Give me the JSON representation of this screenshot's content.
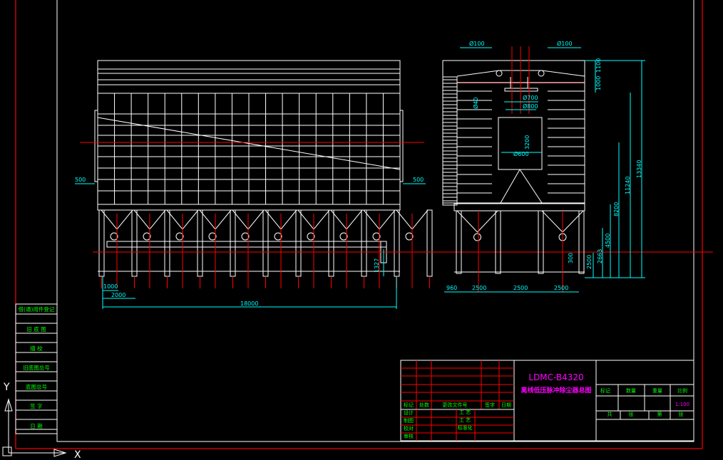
{
  "colors": {
    "background": "#000000",
    "outline": "#ffffff",
    "frame": "#ff0000",
    "dimension": "#00ffff",
    "text_green": "#00ff00",
    "text_yellow": "#ffff00",
    "title_magenta": "#ff00ff"
  },
  "front_view": {
    "dim_left_side": "500",
    "dim_right_side": "500",
    "dim_bottom_1000": "1000",
    "dim_bottom_2000": "2000",
    "dim_total": "18000",
    "dim_outlet_height": "1327"
  },
  "side_view": {
    "dim_top_left": "Ø100",
    "dim_top_right": "Ø100",
    "dim_1100": "1100",
    "dim_1000": "1000",
    "dim_640": "Ø40",
    "dim_700": "Ø700",
    "dim_800": "Ø800",
    "dim_3200": "3200",
    "dim_600": "Ø600",
    "dim_13340": "13340",
    "dim_11240": "11240",
    "dim_8200": "8200",
    "dim_4500": "4500",
    "dim_2663": "2663",
    "dim_2500_v": "2500",
    "dim_300": "300",
    "dim_bottom_960": "960",
    "dim_bottom_a": "2500",
    "dim_bottom_b": "2500",
    "dim_bottom_c": "2500"
  },
  "left_table": {
    "rows": [
      "借(通)用件登记",
      "旧 底 图",
      "描 校",
      "旧底图总号",
      "底图总号",
      "签 字",
      "日 期"
    ]
  },
  "title_block": {
    "drawing_code": "LDMC-B4320",
    "drawing_name": "离线低压脉冲除尘器总图",
    "header_labels": [
      "标记",
      "处数",
      "更改文件号",
      "签字",
      "日期"
    ],
    "role_labels": [
      "设计",
      "制图",
      "校对",
      "审核"
    ],
    "process_labels": [
      "工 艺",
      "工 艺",
      "标准化"
    ],
    "right_header": [
      "标记",
      "数量",
      "重量",
      "比例"
    ],
    "scale": "1:100",
    "sheet_labels": [
      "共",
      "张",
      "第",
      "张"
    ]
  },
  "ucs": {
    "x_label": "X",
    "y_label": "Y"
  }
}
